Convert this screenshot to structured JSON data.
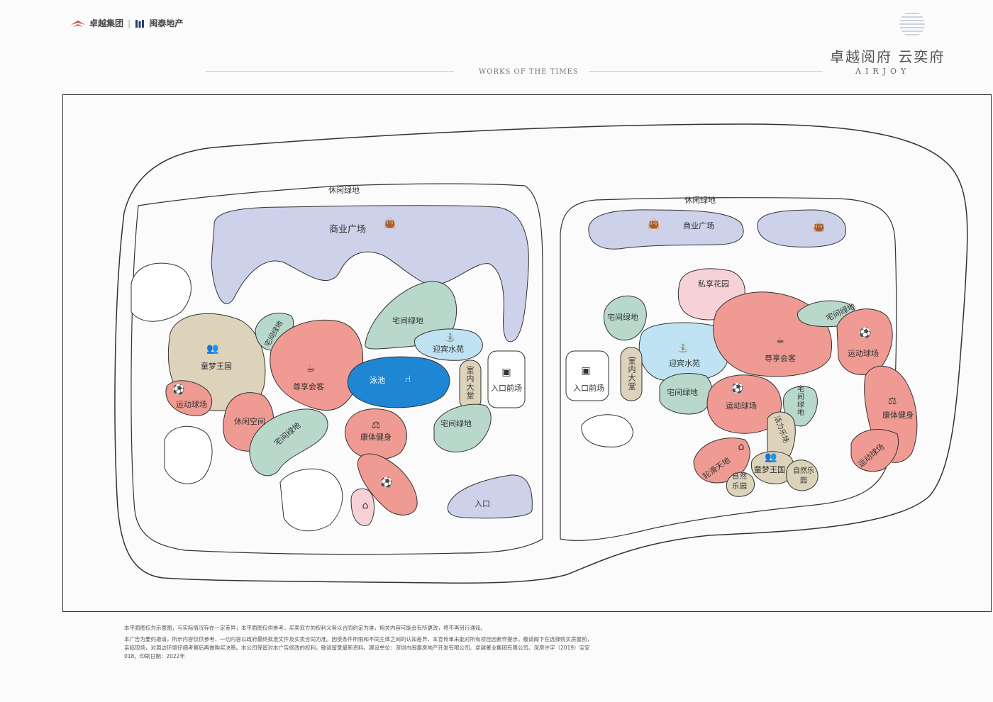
{
  "header": {
    "dev_brand": "卓越集团",
    "partner_brand": "闽泰地产",
    "project_name": "卓越阅府 云奕府",
    "project_en": "AIRJOY",
    "tagline": "WORKS OF THE TIMES"
  },
  "labels": {
    "xiuxian_lvdi": "休闲绿地",
    "shangye_guangchang": "商业广场",
    "tongmeng_wangguo": "童梦王国",
    "zunxiang_huike": "尊享会客",
    "zhaijian_lvdi": "宅间绿地",
    "yingbin_shuiyuan": "迎宾水苑",
    "yongchi": "泳池",
    "shinei_datang": "室内大堂",
    "rukou_qianchang": "入口前场",
    "yundong_qiuchang": "运动球场",
    "xiuxian_kongjian": "休闲空间",
    "kangti_jianshen": "康体健身",
    "sixiang_huayuan": "私享花园",
    "huoli_leyuan": "活力乐场",
    "lunhua_tiandi": "轮滑天地",
    "ziran_leyuan": "自然乐园",
    "rukou": "入口"
  },
  "icons": [
    "shopping-bag-icon",
    "people-icon",
    "coffee-cup-icon",
    "fountain-icon",
    "beach-chair-icon",
    "door-icon",
    "ball-icon",
    "dumbbell-icon",
    "stroller-icon",
    "sprout-icon"
  ],
  "colors": {
    "pink": "#ef9a92",
    "lavender": "#cdd1ea",
    "green": "#b8d8cc",
    "tan": "#ddd3bb",
    "lightblue": "#bfe3f2",
    "pool": "#1f86d4",
    "lightpink": "#f6d2d6"
  },
  "disclaimer": {
    "line1": "本平面图仅为示意图，与实际情况存在一定差异；本平面图仅供参考，买卖双方的权利义务以合同约定为准，相关内容可能会有所更改，将不再另行通知。",
    "line2": "本广告为要约邀请，所示内容仅供参考，一切内容以政府最终批准文件及买卖合同为准。因受条件所限和不同主体之间的认知差异，本宣传单未能对所有项目因素作提示，敬请阁下在选择购买房屋前，亲临现场，对周边环境仔细考察后再做购买决策。本公司保留对本广告修改的权利，敬请留意最新资料。建设单位：深圳市闽泰房地产开发有限公司、卓越置业集团有限公司。深房许字（2019）宝安018。印刷日期：2022年"
  }
}
